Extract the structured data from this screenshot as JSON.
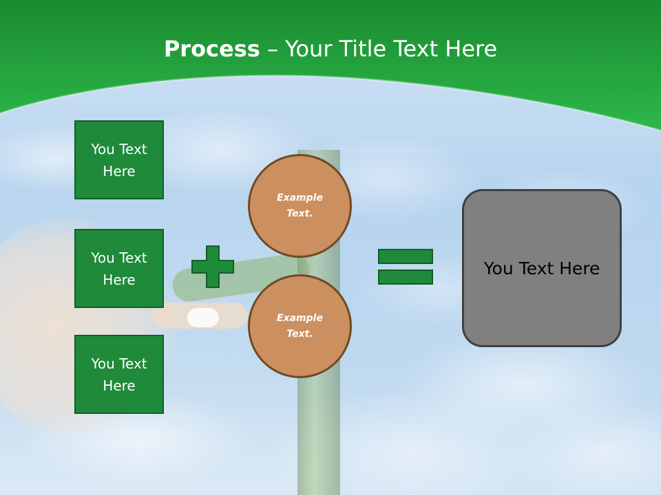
{
  "slide": {
    "title_bold": "Process",
    "title_rest": " – Your Title Text Here",
    "left_boxes": [
      "You Text Here",
      "You Text Here",
      "You Text Here"
    ],
    "circles": [
      "Example Text.",
      "Example Text."
    ],
    "result_text": "You Text Here"
  },
  "colors": {
    "header_green": "#22a63c",
    "box_green": "#1f8a3a",
    "circle_fill": "#cc8f5f",
    "result_fill": "#808080"
  },
  "icons": {
    "plus": "plus-icon",
    "equals": "equals-icon"
  }
}
